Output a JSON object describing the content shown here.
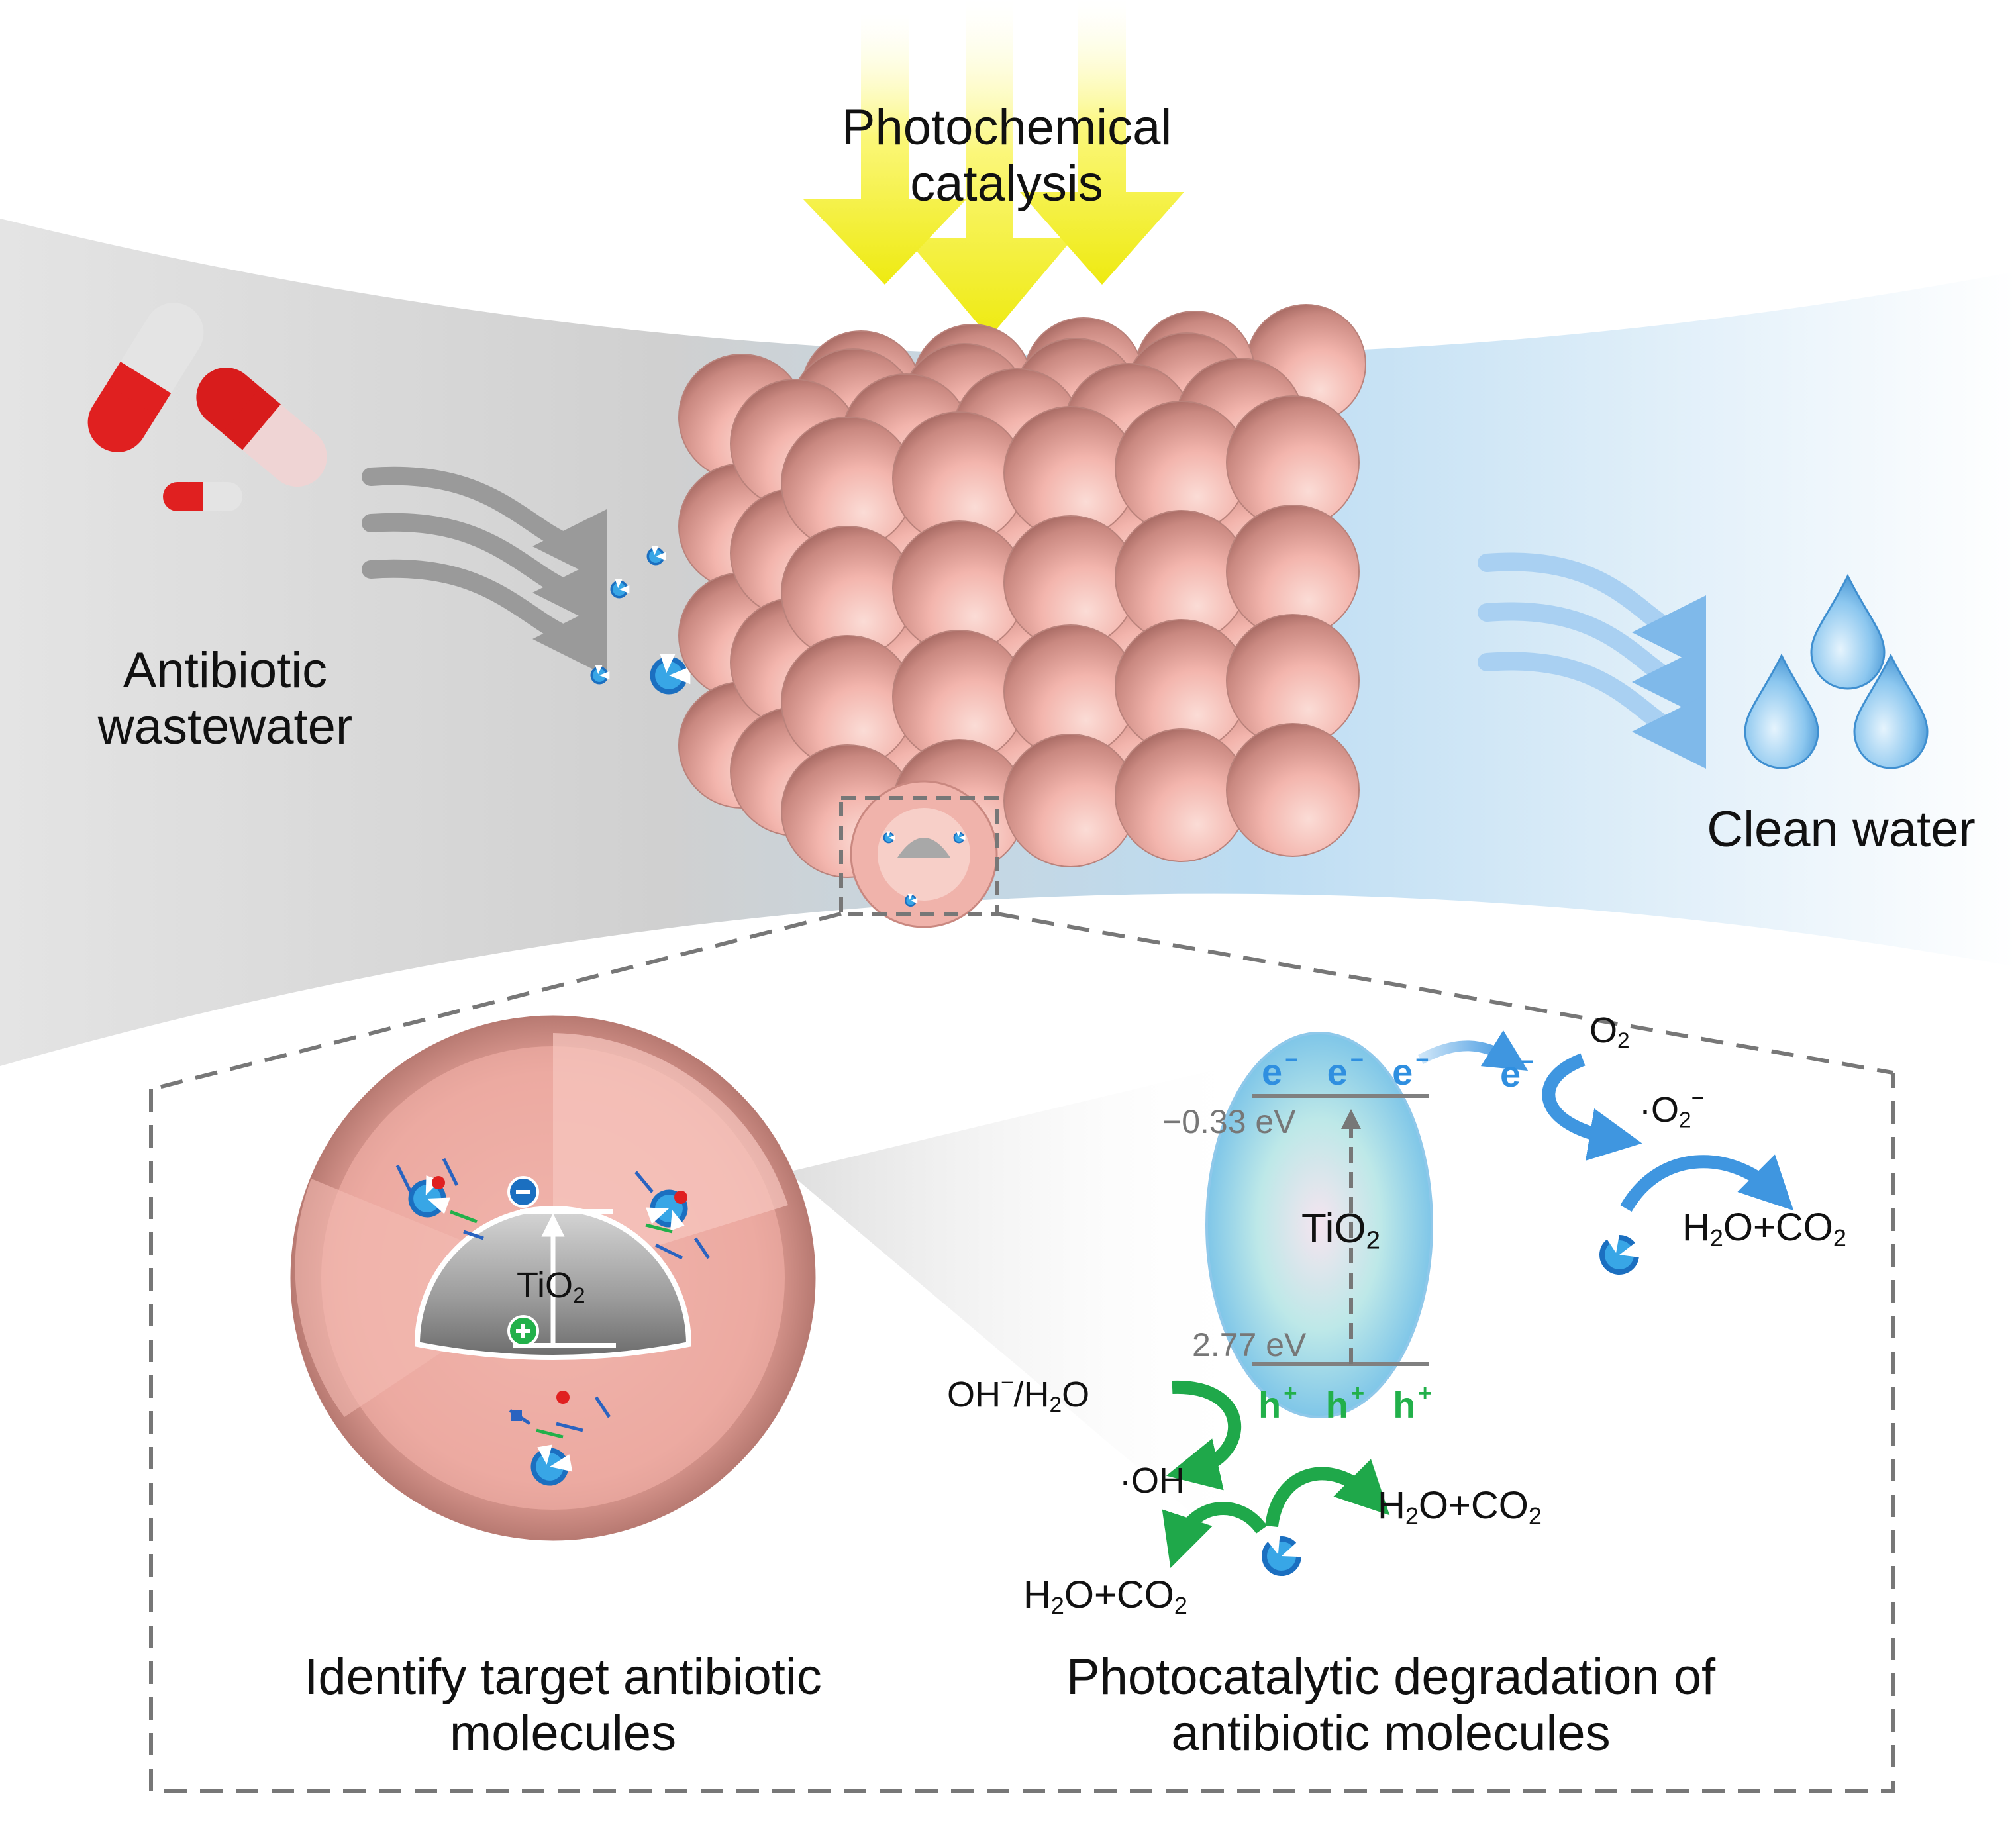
{
  "labels": {
    "photochemical_line1": "Photochemical",
    "photochemical_line2": "catalysis",
    "antibiotic_line1": "Antibiotic",
    "antibiotic_line2": "wastewater",
    "clean_water": "Clean water",
    "identify_line1": "Identify target antibiotic",
    "identify_line2": "molecules",
    "degradation_line1": "Photocatalytic degradation of",
    "degradation_line2": "antibiotic molecules"
  },
  "band": {
    "tio2": "TiO",
    "tio2_sub": "2",
    "cb_energy": "−0.33 eV",
    "vb_energy": "2.77 eV",
    "electron": "e",
    "electron_sup": "−",
    "hole": "h",
    "hole_sup": "+"
  },
  "reactions": {
    "o2": "O",
    "o2_sub": "2",
    "superoxide_dot": "·O",
    "superoxide_sub": "2",
    "superoxide_sup": "−",
    "oh_minus": "OH",
    "oh_minus_sup": "−",
    "h2o_slash": "/H",
    "h2o_sub": "2",
    "h2o_o": "O",
    "hydroxyl": "·OH",
    "h2o_co2_h": "H",
    "h2o_co2_sub1": "2",
    "h2o_co2_mid": "O+CO",
    "h2o_co2_sub2": "2"
  },
  "inset": {
    "tio2": "TiO",
    "tio2_sub": "2"
  },
  "colors": {
    "sphere": "#f2b3ab",
    "wastewater_flow": "#cfcfcf",
    "clean_flow": "#bfe0f7",
    "light_arrow": "#f5f22a",
    "electron_blue": "#2f8fe0",
    "hole_green": "#22b04a",
    "dashed_frame": "#777777"
  }
}
